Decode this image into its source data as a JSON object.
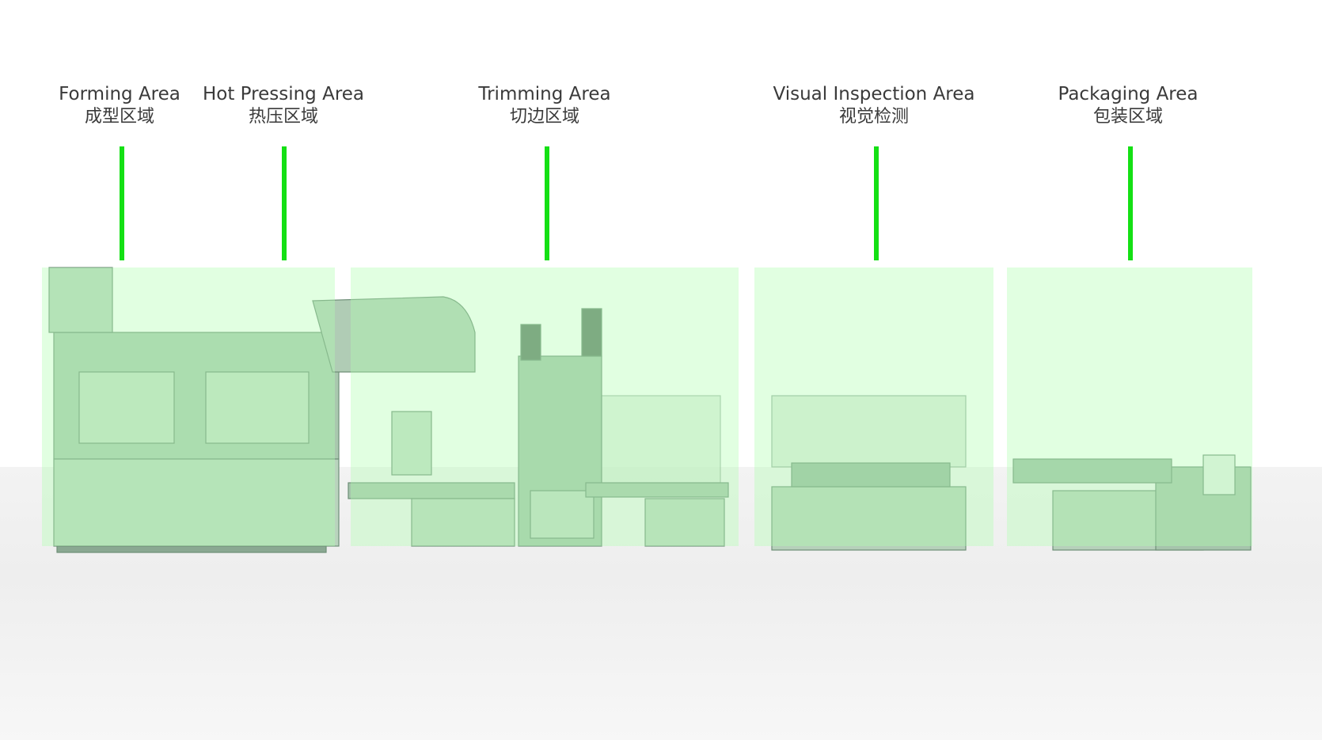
{
  "areas": [
    {
      "en": "Forming Area",
      "zh": "成型区域"
    },
    {
      "en": "Hot Pressing Area",
      "zh": "热压区域"
    },
    {
      "en": "Trimming Area",
      "zh": "切边区域"
    },
    {
      "en": "Visual Inspection Area",
      "zh": "视觉检测"
    },
    {
      "en": "Packaging Area",
      "zh": "包装区域"
    }
  ],
  "colors": {
    "indicator": "#14e014",
    "zone_fill": "#afffaf",
    "machine": "#8fb89a"
  }
}
